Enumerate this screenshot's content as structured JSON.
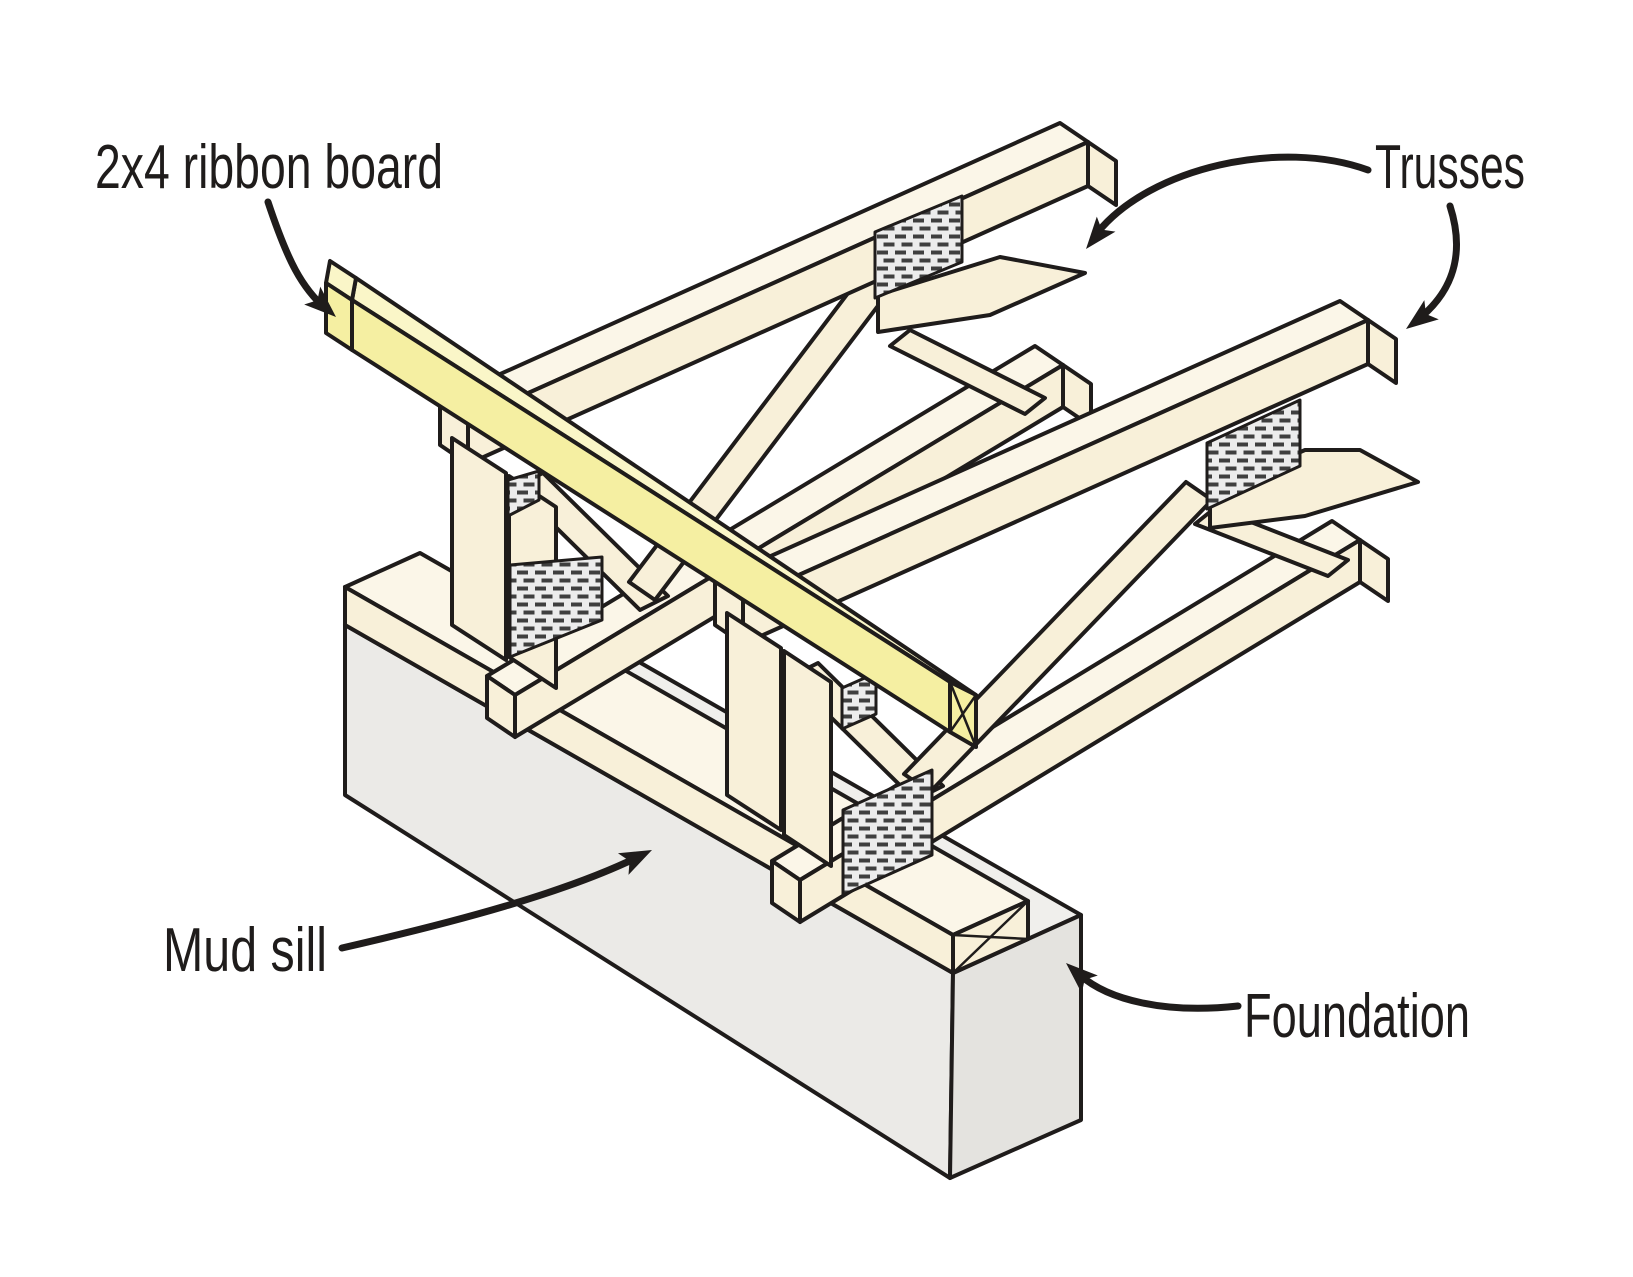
{
  "labels": {
    "ribbon_board": "2x4 ribbon board",
    "trusses": "Trusses",
    "mud_sill": "Mud sill",
    "foundation": "Foundation"
  },
  "annotations": [
    {
      "label": "2x4 ribbon board",
      "points_to": "ribbon-board"
    },
    {
      "label": "Trusses",
      "points_to": "truss-1"
    },
    {
      "label": "Trusses",
      "points_to": "truss-2"
    },
    {
      "label": "Mud sill",
      "points_to": "mud-sill"
    },
    {
      "label": "Foundation",
      "points_to": "foundation"
    }
  ],
  "colors": {
    "background": "#ffffff",
    "line": "#1f1c1b",
    "wood_front": "#f8f0d9",
    "wood_top": "#fbf6e8",
    "ribbon_front": "#f5efa2",
    "ribbon_top": "#faf6c8",
    "foundation_front": "#ebeae7",
    "foundation_side": "#e4e3df",
    "foundation_top": "#f0efec",
    "plate_fill": "#ececec",
    "plate_hatch": "#3f3f3f"
  }
}
